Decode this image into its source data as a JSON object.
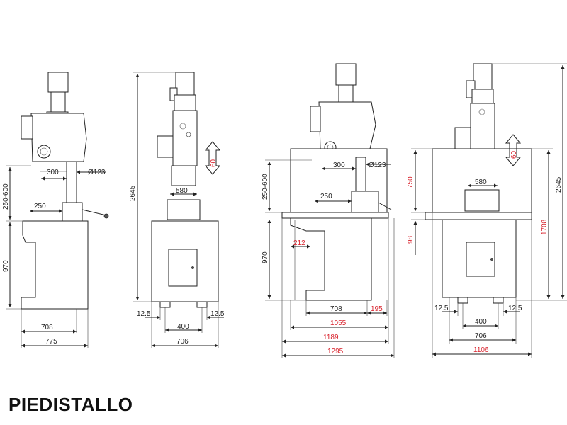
{
  "title": "PIEDISTALLO",
  "colors": {
    "dimension_red": "#d8202a",
    "line": "#222222"
  },
  "views": [
    {
      "id": "view1",
      "dims": {
        "spindle_offset": "300",
        "column_dia": "Ø123",
        "stroke": "250-600",
        "table_span": "250",
        "base_height": "970",
        "base_width_inner": "708",
        "base_width_outer": "775"
      }
    },
    {
      "id": "view2",
      "dims": {
        "total_height": "2645",
        "quill_travel": "60",
        "table_width": "580",
        "foot_left": "12.5",
        "foot_right": "12.5",
        "foot_spacing": "400",
        "base_width": "706"
      }
    },
    {
      "id": "view3",
      "dims": {
        "spindle_offset": "300",
        "column_dia": "Ø123",
        "stroke": "250-600",
        "table_span": "250",
        "base_height": "970",
        "overhang": "212",
        "base_inner": "708",
        "extension": "195",
        "w1": "1055",
        "w2": "1189",
        "w3": "1295"
      }
    },
    {
      "id": "view4",
      "dims": {
        "quill_travel": "60",
        "table_width": "580",
        "upper_height": "750",
        "mid_height": "98",
        "cab_height": "1708",
        "total_height": "2645",
        "foot_left": "12.5",
        "foot_right": "12.5",
        "foot_spacing": "400",
        "base_width": "706",
        "overall_width": "1106"
      }
    }
  ]
}
